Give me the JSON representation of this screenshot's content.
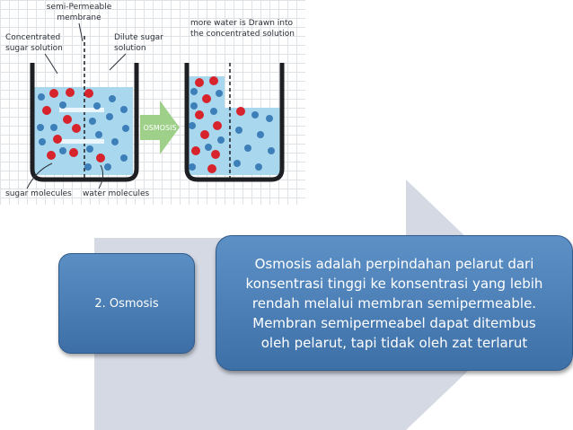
{
  "illustration": {
    "labels": {
      "membrane": [
        "semi-Permeable",
        "membrane"
      ],
      "concentrated": [
        "Concentrated",
        "sugar solution"
      ],
      "dilute": [
        "Dilute sugar",
        "solution"
      ],
      "arrow": "OSMOSIS",
      "result": [
        "more water is Drawn into",
        "the concentrated solution"
      ],
      "sugar": "sugar molecules",
      "water": "water molecules"
    },
    "colors": {
      "sugar_molecule": "#d7232b",
      "water_molecule": "#3d7fb8",
      "solution": "#a9d8ee",
      "arrow": "#9fd08a"
    }
  },
  "title_box": {
    "text": "2. Osmosis"
  },
  "description_box": {
    "lines": [
      "Osmosis adalah perpindahan pelarut dari",
      "konsentrasi tinggi ke konsentrasi yang lebih",
      "rendah melalui membran semipermeable.",
      "Membran semipermeabel dapat ditembus",
      "oleh pelarut, tapi tidak oleh zat terlarut"
    ]
  },
  "theme": {
    "box_blue": "#4a7fb7",
    "chevron_gray": "#d4d9e4"
  }
}
